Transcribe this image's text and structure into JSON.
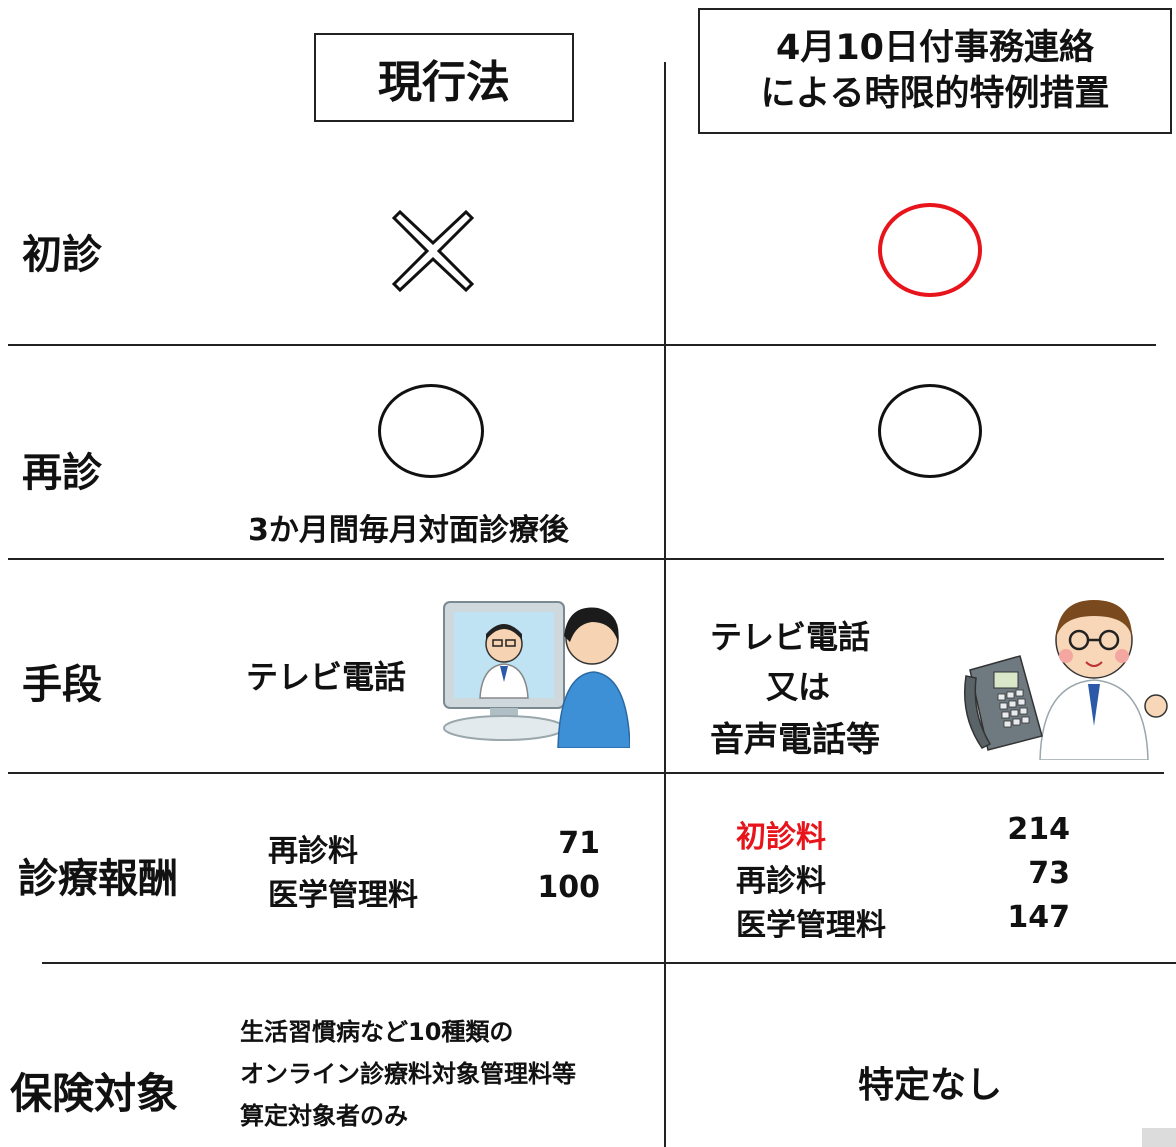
{
  "columns": {
    "current_law": "現行法",
    "special_measure_line1": "4月10日付事務連絡",
    "special_measure_line2": "による時限的特例措置"
  },
  "rows": {
    "first_visit": {
      "label": "初診",
      "current_mark": "cross-icon",
      "special_mark": "circle-icon",
      "special_mark_color": "#e8141b"
    },
    "revisit": {
      "label": "再診",
      "current_mark": "circle-icon",
      "current_note": "3か月間毎月対面診療後",
      "special_mark": "circle-icon"
    },
    "means": {
      "label": "手段",
      "current_text": "テレビ電話",
      "special_line1": "テレビ電話",
      "special_line2": "又は",
      "special_line3": "音声電話等",
      "current_icon": "doctor-video-call-icon",
      "special_icon": "doctor-telephone-icon"
    },
    "fees": {
      "label": "診療報酬",
      "current": [
        {
          "name": "再診料",
          "value": "71"
        },
        {
          "name": "医学管理料",
          "value": "100"
        }
      ],
      "special": [
        {
          "name": "初診料",
          "value": "214",
          "color": "#e8141b"
        },
        {
          "name": "再診料",
          "value": "73"
        },
        {
          "name": "医学管理料",
          "value": "147"
        }
      ]
    },
    "coverage": {
      "label": "保険対象",
      "current_line1": "生活習慣病など10種類の",
      "current_line2": "オンライン診療料対象管理料等",
      "current_line3": "算定対象者のみ",
      "special_text": "特定なし"
    }
  }
}
